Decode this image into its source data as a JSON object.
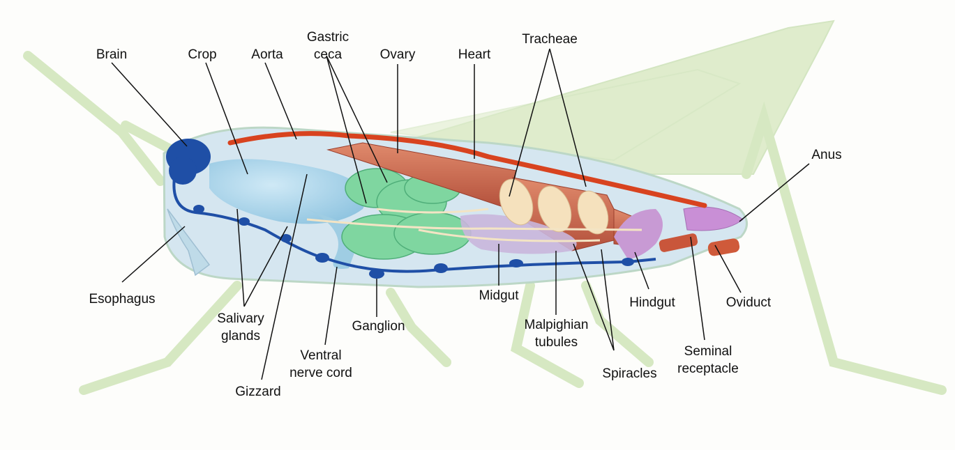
{
  "labels": {
    "brain": "Brain",
    "crop": "Crop",
    "aorta": "Aorta",
    "gastric_ceca": [
      "Gastric",
      "ceca"
    ],
    "ovary": "Ovary",
    "heart": "Heart",
    "tracheae": "Tracheae",
    "anus": "Anus",
    "esophagus": "Esophagus",
    "salivary_glands": [
      "Salivary",
      "glands"
    ],
    "gizzard": "Gizzard",
    "ventral_nerve_cord": [
      "Ventral",
      "nerve cord"
    ],
    "ganglion": "Ganglion",
    "midgut": "Midgut",
    "malpighian_tubules": [
      "Malpighian",
      "tubules"
    ],
    "spiracles": "Spiracles",
    "hindgut": "Hindgut",
    "seminal_receptacle": [
      "Seminal",
      "receptacle"
    ],
    "oviduct": "Oviduct"
  },
  "colors": {
    "body_silhouette": "#dcebc8",
    "body_outline": "#c6ddb0",
    "hemolymph": "#d3e3ee",
    "nervous_system": "#1f4fa6",
    "crop": "#a9d4ea",
    "gastric_ceca": "#6fcf96",
    "muscle": "#c9624c",
    "aorta": "#d8431f",
    "midgut": "#c9b6dc",
    "hindgut": "#c89ad4",
    "air_sacs": "#f3dcb6",
    "leader_lines": "#111111"
  }
}
